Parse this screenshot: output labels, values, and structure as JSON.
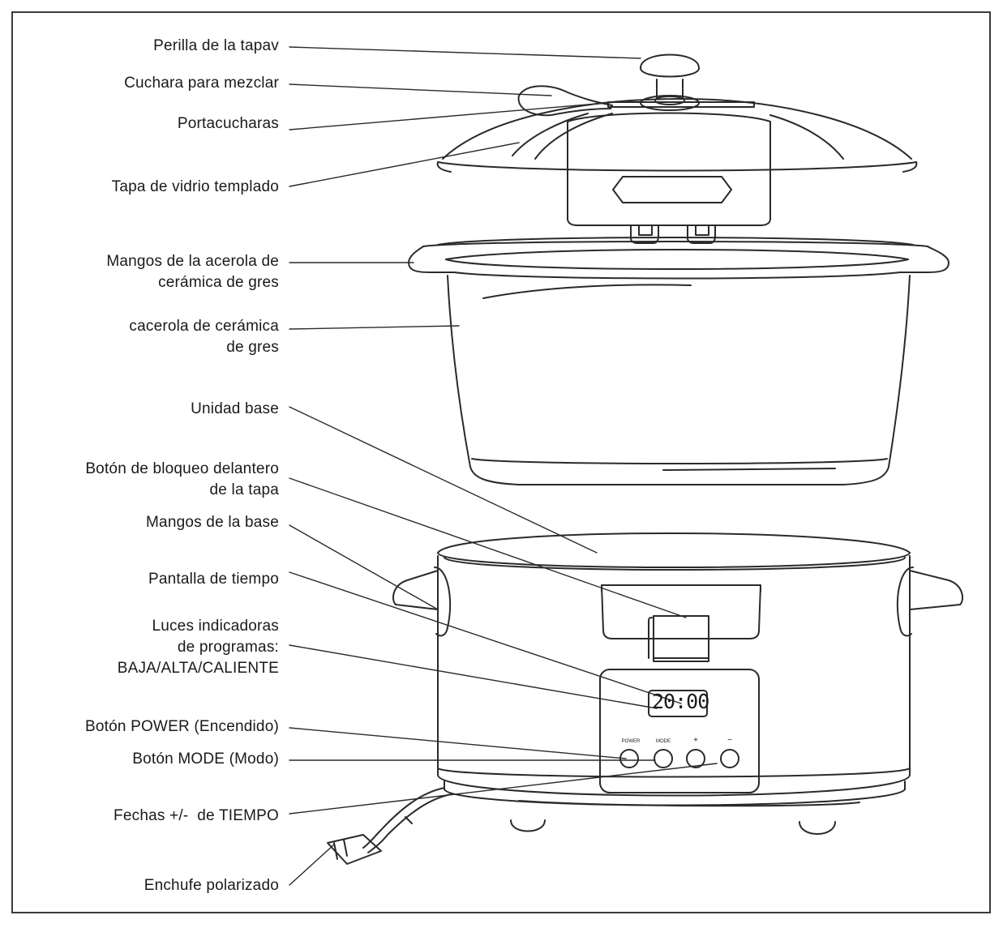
{
  "labels": {
    "lid_knob": "Perilla de la tapav",
    "mixing_spoon": "Cuchara para mezclar",
    "spoon_holder": "Portacucharas",
    "glass_lid": "Tapa de vidrio templado",
    "stoneware_handles": [
      "Mangos de la acerola de",
      "cerámica de gres"
    ],
    "stoneware": [
      "cacerola de cerámica",
      "de gres"
    ],
    "base_unit": "Unidad base",
    "lid_lock": [
      "Botón de bloqueo delantero",
      "de la tapa"
    ],
    "base_handles": "Mangos de la base",
    "time_display": "Pantalla de tiempo",
    "indicator_lights": [
      "Luces indicadoras",
      "de programas:",
      "BAJA/ALTA/CALIENTE"
    ],
    "power_button": "Botón POWER (Encendido)",
    "mode_button": "Botón MODE (Modo)",
    "time_arrows": "Fechas +/-  de TIEMPO",
    "plug": "Enchufe polarizado"
  },
  "panel": {
    "display_time": "20:00",
    "btn_power": "POWER",
    "btn_mode": "MODE",
    "btn_plus": "+",
    "btn_minus": "−"
  },
  "colors": {
    "line": "#2a2a2a",
    "frame": "#3a3a3a",
    "text": "#1a1a1a"
  }
}
